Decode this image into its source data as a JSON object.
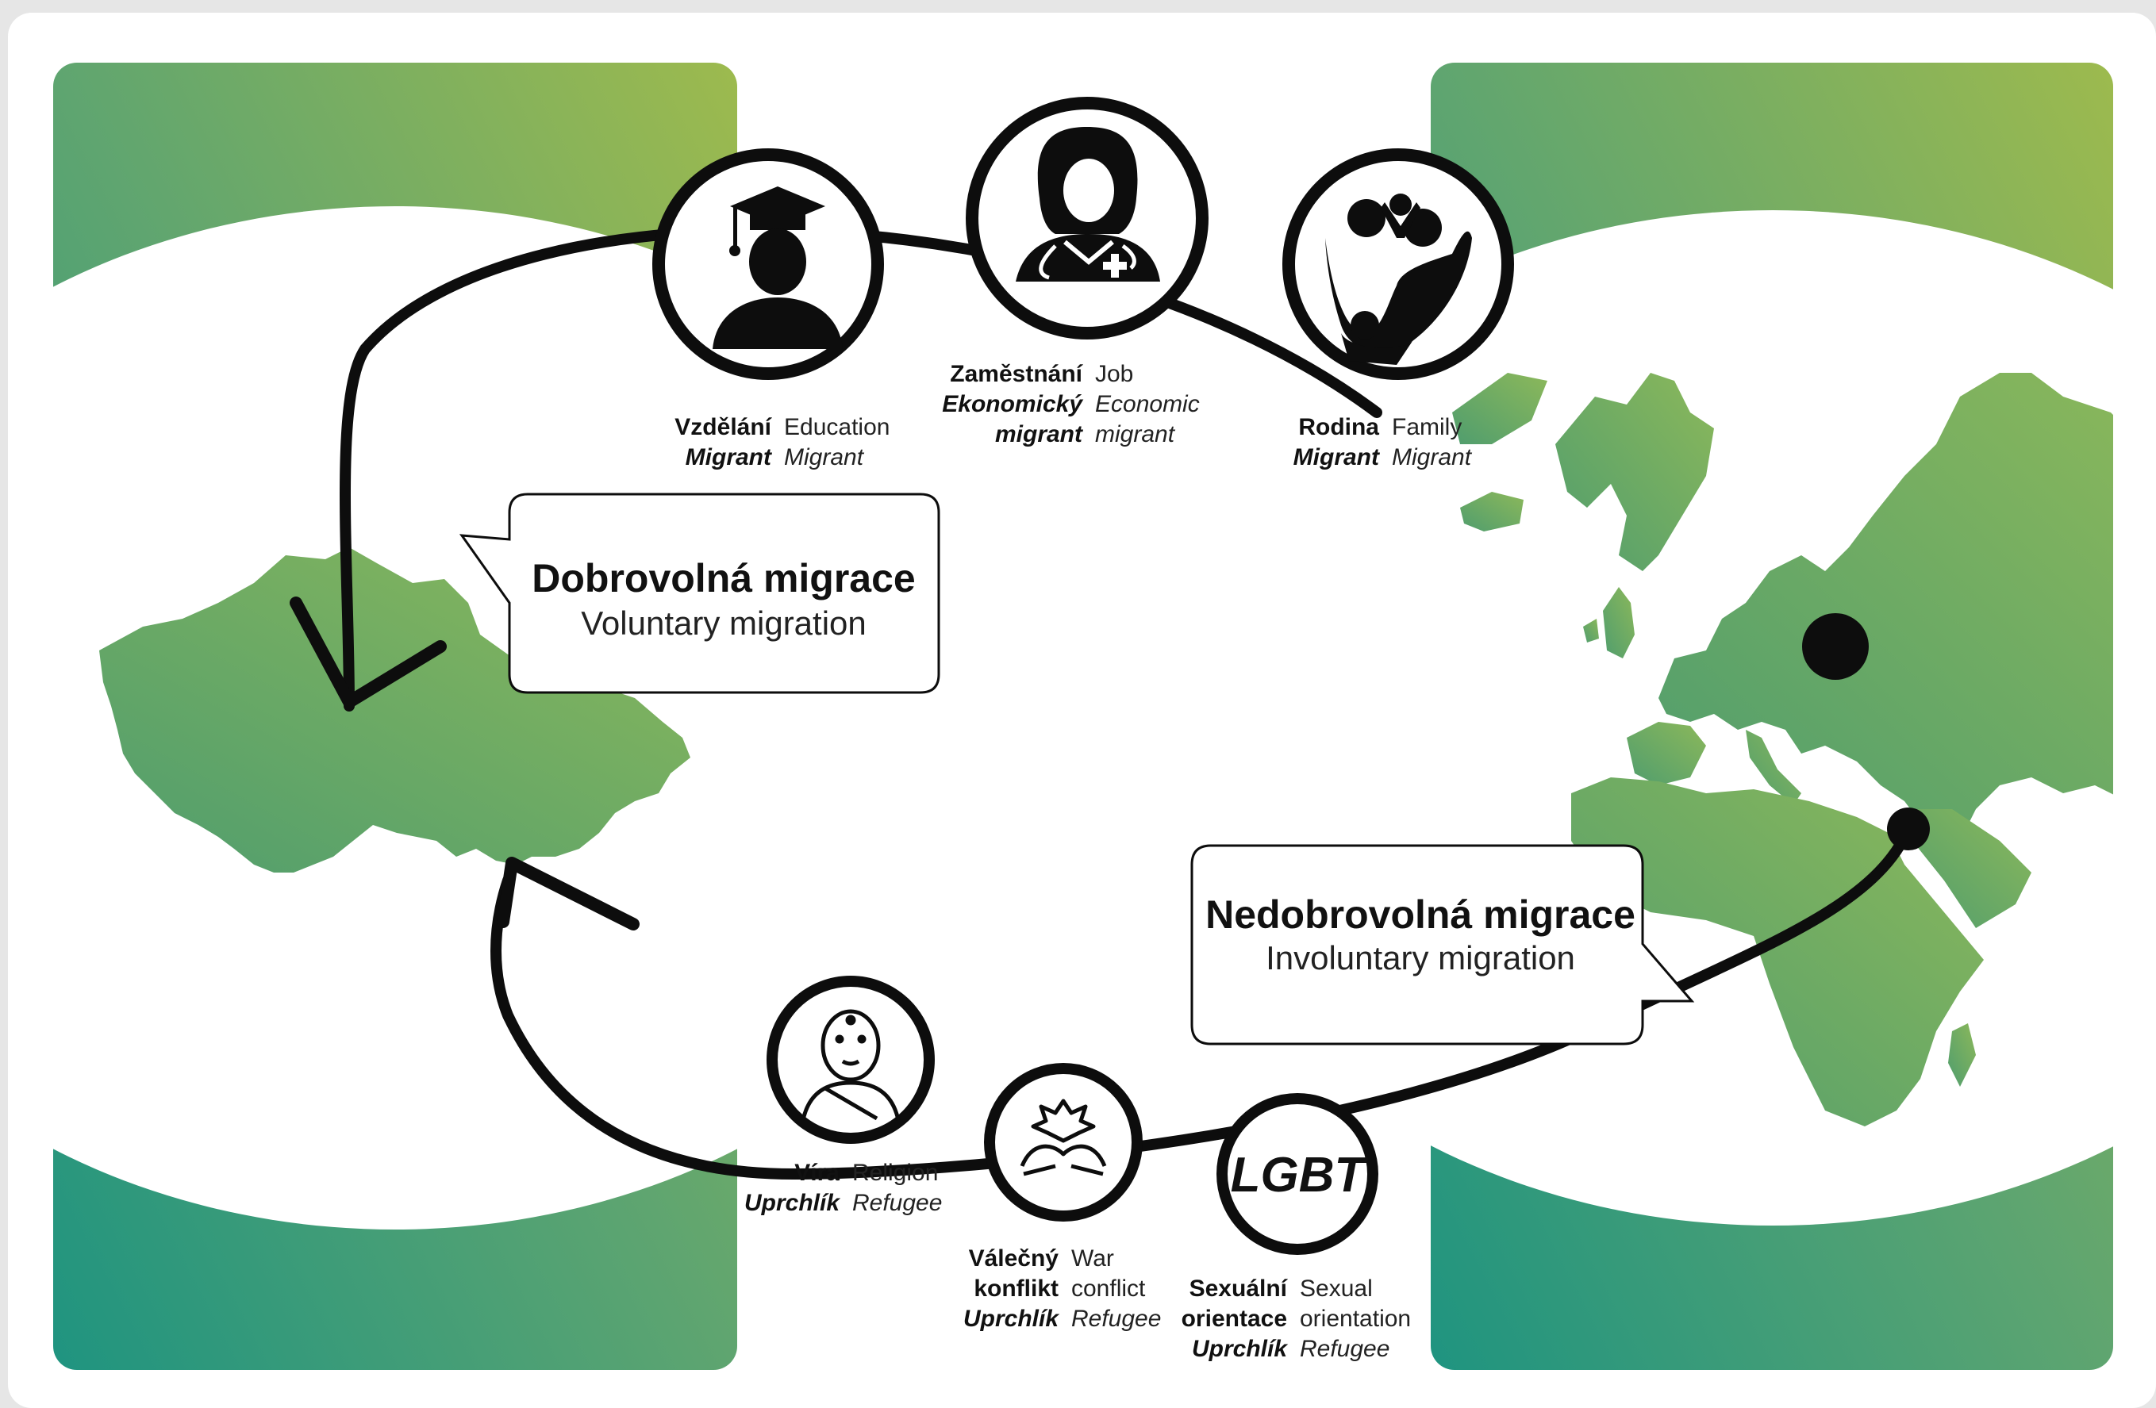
{
  "colors": {
    "green_dark": "#1f9480",
    "green_mid": "#5fa570",
    "green_light": "#9dba4e",
    "ink": "#0d0d0d",
    "paper": "#ffffff"
  },
  "bubbles": {
    "voluntary": {
      "title": "Dobrovolná migrace",
      "subtitle": "Voluntary migration"
    },
    "involuntary": {
      "title": "Nedobrovolná migrace",
      "subtitle": "Involuntary migration"
    }
  },
  "nodes": {
    "education": {
      "icon": "graduate-icon",
      "lines": [
        {
          "cz": "Vzdělání",
          "en": "Education"
        },
        {
          "cz": "Migrant",
          "en": "Migrant"
        }
      ]
    },
    "job": {
      "icon": "doctor-icon",
      "lines": [
        {
          "cz": "Zaměstnání",
          "en": "Job"
        },
        {
          "cz": "Ekonomický",
          "en": "Economic"
        },
        {
          "cz": "migrant",
          "en": "migrant"
        }
      ]
    },
    "family": {
      "icon": "family-icon",
      "lines": [
        {
          "cz": "Rodina",
          "en": "Family"
        },
        {
          "cz": "Migrant",
          "en": "Migrant"
        }
      ]
    },
    "religion": {
      "icon": "monk-icon",
      "lines": [
        {
          "cz": "Víra",
          "en": "Religion"
        },
        {
          "cz": "Uprchlík",
          "en": "Refugee"
        }
      ]
    },
    "war": {
      "icon": "explosion-hands-icon",
      "lines": [
        {
          "cz": "Válečný",
          "en": "War"
        },
        {
          "cz": "konflikt",
          "en": "conflict"
        },
        {
          "cz": "Uprchlík",
          "en": "Refugee"
        }
      ]
    },
    "lgbt": {
      "icon": "lgbt-icon",
      "icon_text": "LGBT",
      "lines": [
        {
          "cz": "Sexuální",
          "en": "Sexual"
        },
        {
          "cz": "orientace",
          "en": "orientation"
        },
        {
          "cz": "Uprchlík",
          "en": "Refugee"
        }
      ]
    }
  }
}
